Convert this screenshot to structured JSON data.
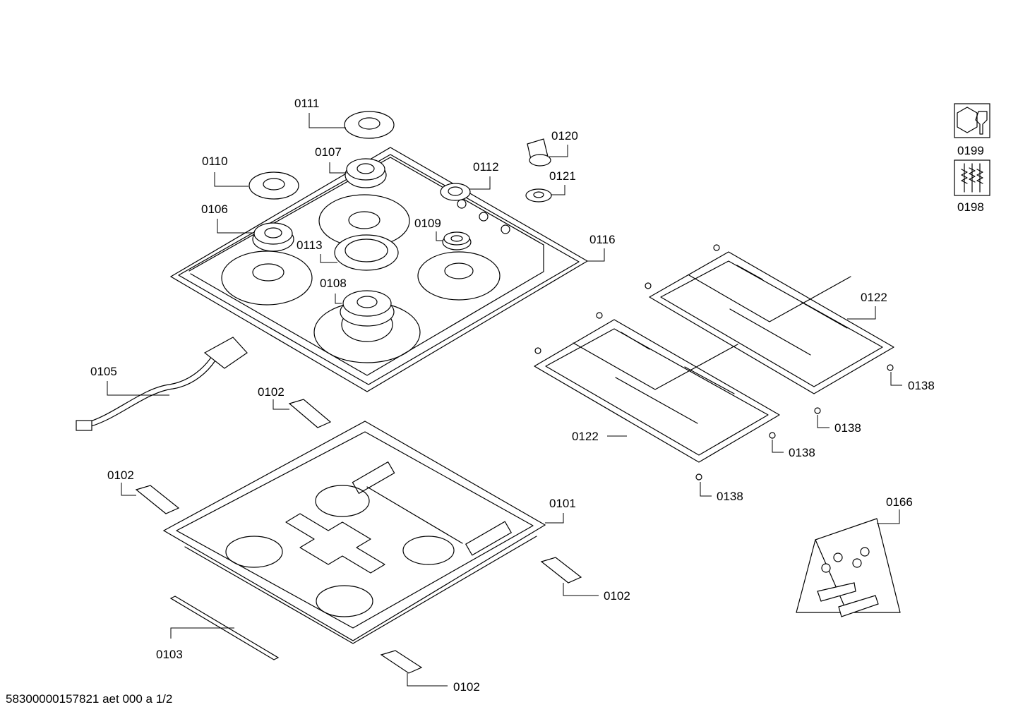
{
  "footer": "58300000157821 aet 000 a 1/2",
  "labels": {
    "l0111": "0111",
    "l0110": "0110",
    "l0107": "0107",
    "l0120": "0120",
    "l0112": "0112",
    "l0121": "0121",
    "l0106": "0106",
    "l0109": "0109",
    "l0113": "0113",
    "l0116": "0116",
    "l0108": "0108",
    "l0105": "0105",
    "l0102a": "0102",
    "l0102b": "0102",
    "l0102c": "0102",
    "l0102d": "0102",
    "l0101": "0101",
    "l0103": "0103",
    "l0122a": "0122",
    "l0122b": "0122",
    "l0138a": "0138",
    "l0138b": "0138",
    "l0138c": "0138",
    "l0138d": "0138",
    "l0166": "0166",
    "l0199": "0199",
    "l0198": "0198"
  },
  "icons": {
    "tool_icon": "nut-and-wrench-icon",
    "screws_icon": "screws-icon"
  }
}
